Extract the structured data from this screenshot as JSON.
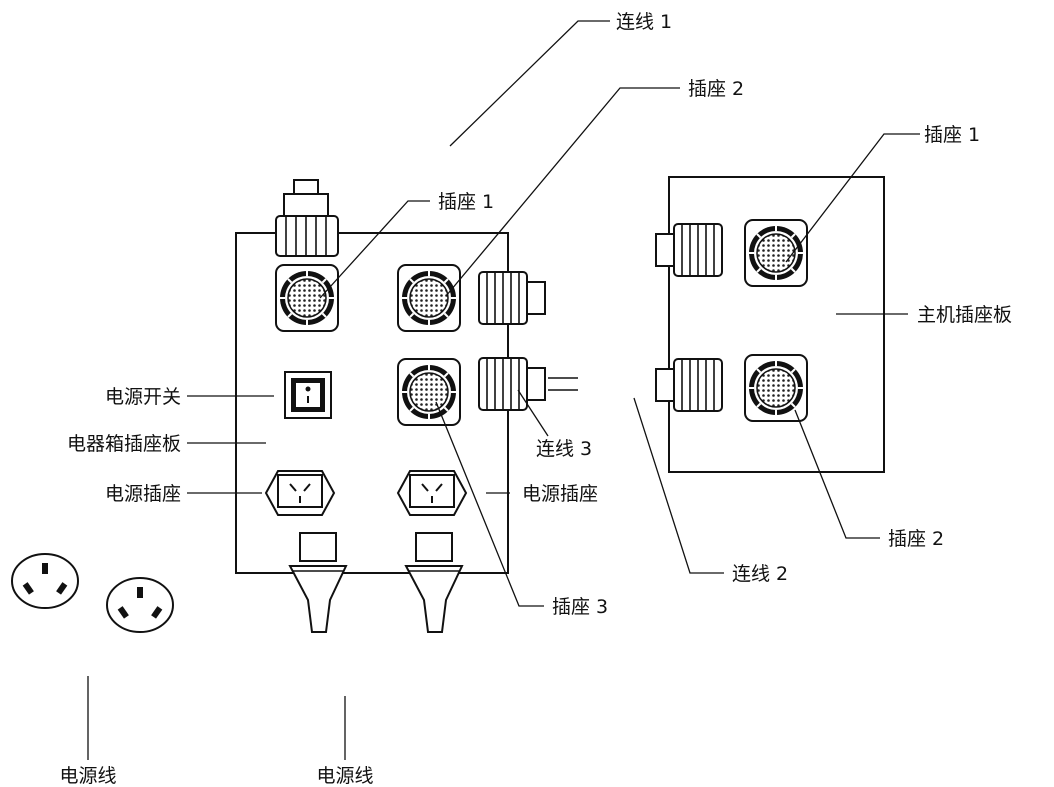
{
  "labels": {
    "cable1": "连线 1",
    "socket2_top": "插座 2",
    "socket1_right": "插座 1",
    "socket1_left": "插座 1",
    "host_board": "主机插座板",
    "power_switch": "电源开关",
    "cable3": "连线 3",
    "box_board": "电器箱插座板",
    "power_socket_left": "电源插座",
    "power_socket_right": "电源插座",
    "socket2_right": "插座 2",
    "cable2": "连线 2",
    "socket3": "插座 3",
    "power_cord_left": "电源线",
    "power_cord_right": "电源线"
  }
}
